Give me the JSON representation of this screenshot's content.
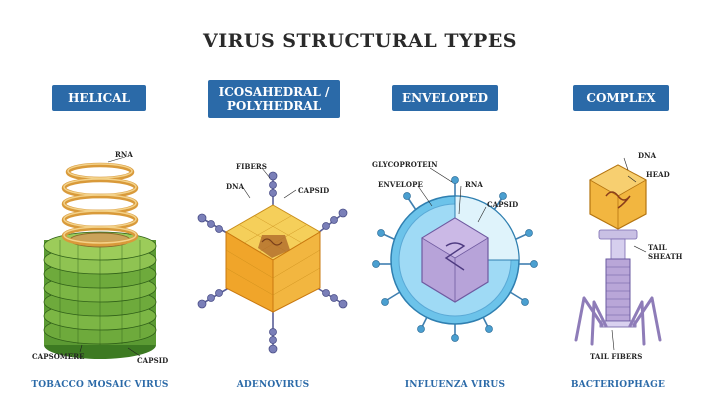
{
  "title": "VIRUS STRUCTURAL TYPES",
  "types": [
    {
      "heading": "HELICAL",
      "caption": "TOBACCO MOSAIC VIRUS",
      "labels": {
        "rna": "RNA",
        "capsomere": "CAPSOMERE",
        "capsid": "CAPSID"
      },
      "colors": {
        "coil": "#e0a84a",
        "capsid_light": "#9ccc5a",
        "capsid_dark": "#4f8a2a"
      }
    },
    {
      "heading": "ICOSAHEDRAL / POLYHEDRAL",
      "caption": "ADENOVIRUS",
      "labels": {
        "fibers": "FIBERS",
        "dna": "DNA",
        "capsid": "CAPSID"
      },
      "colors": {
        "top": "#f5cf5a",
        "bottom": "#f0a52a",
        "fiber": "#7a7fb8"
      }
    },
    {
      "heading": "ENVELOPED",
      "caption": "INFLUENZA VIRUS",
      "labels": {
        "glycoprotein": "GLYCOPROTEIN",
        "envelope": "ENVELOPE",
        "rna": "RNA",
        "capsid": "CAPSID"
      },
      "colors": {
        "envelope": "#6cc3ea",
        "capsid": "#b7a3d9"
      }
    },
    {
      "heading": "COMPLEX",
      "caption": "BACTERIOPHAGE",
      "labels": {
        "dna": "DNA",
        "head": "HEAD",
        "tail_sheath": "TAIL\nSHEATH",
        "tail_fibers": "TAIL FIBERS"
      },
      "colors": {
        "head": "#f2b640",
        "sheath": "#b9a6d8",
        "fiber": "#8e7cb8"
      }
    }
  ],
  "colors": {
    "badge": "#2b6aa8",
    "caption": "#2b6aa8"
  }
}
